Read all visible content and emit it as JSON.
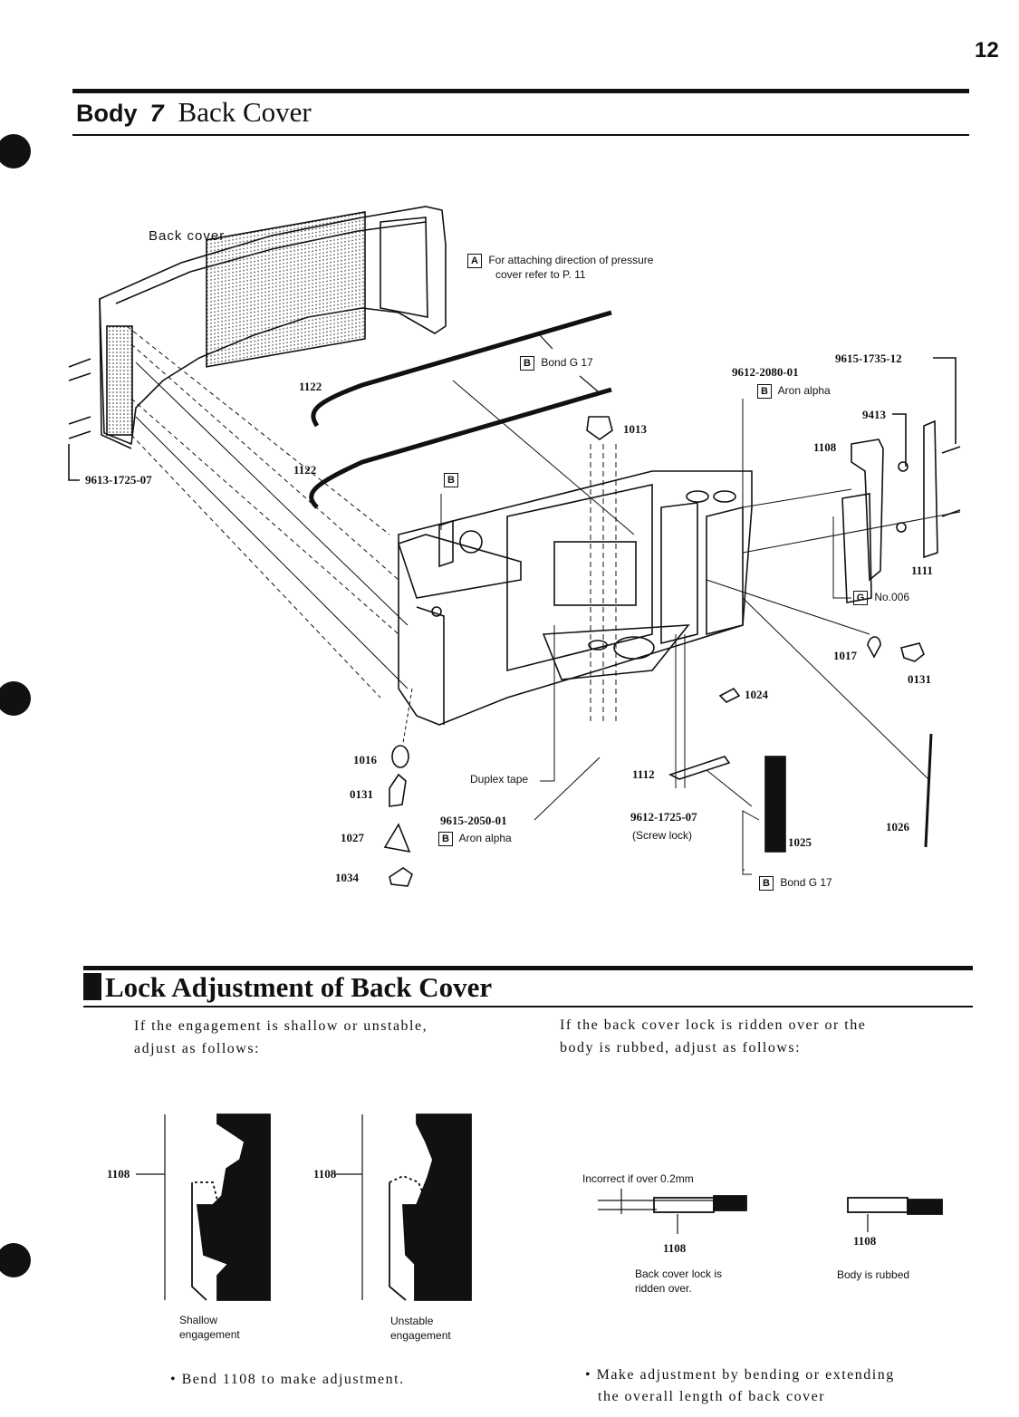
{
  "page_number": "12",
  "header": {
    "section": "Body",
    "number": "7",
    "title": "Back Cover"
  },
  "diagram": {
    "back_cover_label": "Back cover",
    "note_a_box": "A",
    "note_a_line1": "For attaching direction of pressure",
    "note_a_line2": "cover refer to P. 11",
    "bond_g17_top": "Bond G 17",
    "part_9612_2080": "9612-2080-01",
    "aron_alpha_top": "Aron alpha",
    "part_9615_1735": "9615-1735-12",
    "part_1122_a": "1122",
    "part_1122_b": "1122",
    "part_1013": "1013",
    "part_9413": "9413",
    "part_1108": "1108",
    "part_9613_1725": "9613-1725-07",
    "part_1111": "1111",
    "g_box": "G",
    "no006": "No.006",
    "part_1017": "1017",
    "part_0131_right": "0131",
    "part_1024": "1024",
    "part_1016": "1016",
    "part_0131_left": "0131",
    "duplex_tape": "Duplex tape",
    "part_1112": "1112",
    "part_9615_2050": "9615-2050-01",
    "aron_alpha_bottom": "Aron alpha",
    "part_9612_1725": "9612-1725-07",
    "screw_lock": "(Screw lock)",
    "part_1027": "1027",
    "part_1034": "1034",
    "part_1025": "1025",
    "part_1026": "1026",
    "bond_g17_bottom": "Bond G 17",
    "b_box": "B"
  },
  "lock_section": {
    "title": "Lock Adjustment of Back Cover",
    "left_text_line1": "If the engagement is shallow or unstable,",
    "left_text_line2": "adjust as follows:",
    "right_text_line1": "If the back cover lock is ridden over or the",
    "right_text_line2": "body is rubbed, adjust as follows:",
    "fig1_part": "1108",
    "fig1_caption1": "Shallow",
    "fig1_caption2": "engagement",
    "fig2_part": "1108",
    "fig2_caption1": "Unstable",
    "fig2_caption2": "engagement",
    "fig3_note": "Incorrect if over 0.2mm",
    "fig3_part": "1108",
    "fig3_caption1": "Back cover lock is",
    "fig3_caption2": "ridden over.",
    "fig4_part": "1108",
    "fig4_caption": "Body is rubbed",
    "bullet_left": "• Bend 1108 to make adjustment.",
    "bullet_right_line1": "• Make adjustment by bending or extending",
    "bullet_right_line2": "the overall length of back cover"
  }
}
